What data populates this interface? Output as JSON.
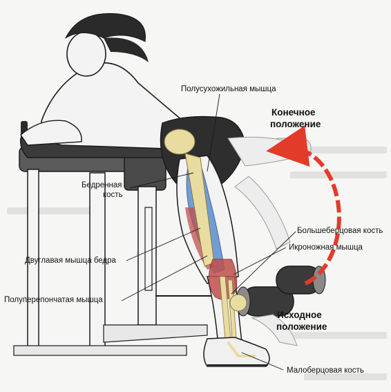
{
  "labels": {
    "semitendinosus": "Полусухожильная мышца",
    "final_position_line1": "Конечное",
    "final_position_line2": "положение",
    "femur_line1": "Бедренная",
    "femur_line2": "кость",
    "tibia": "Большеберцовая кость",
    "gastrocnemius": "Икроножная мышца",
    "biceps_femoris": "Двуглавая мышца бедра",
    "semimembranosus": "Полуперепончатая мышца",
    "start_position_line1": "Исходное",
    "start_position_line2": "положение",
    "fibula": "Малоберцовая кость"
  },
  "colors": {
    "arrow": "#e23b2a",
    "muscle_blue": "#5b8fd0",
    "muscle_red": "#c0504d",
    "bone": "#e8dca0",
    "machine": "#6a6a6a",
    "pad": "#3a3a3a",
    "skin": "#f2f2f2",
    "outline": "#1a1a1a"
  }
}
